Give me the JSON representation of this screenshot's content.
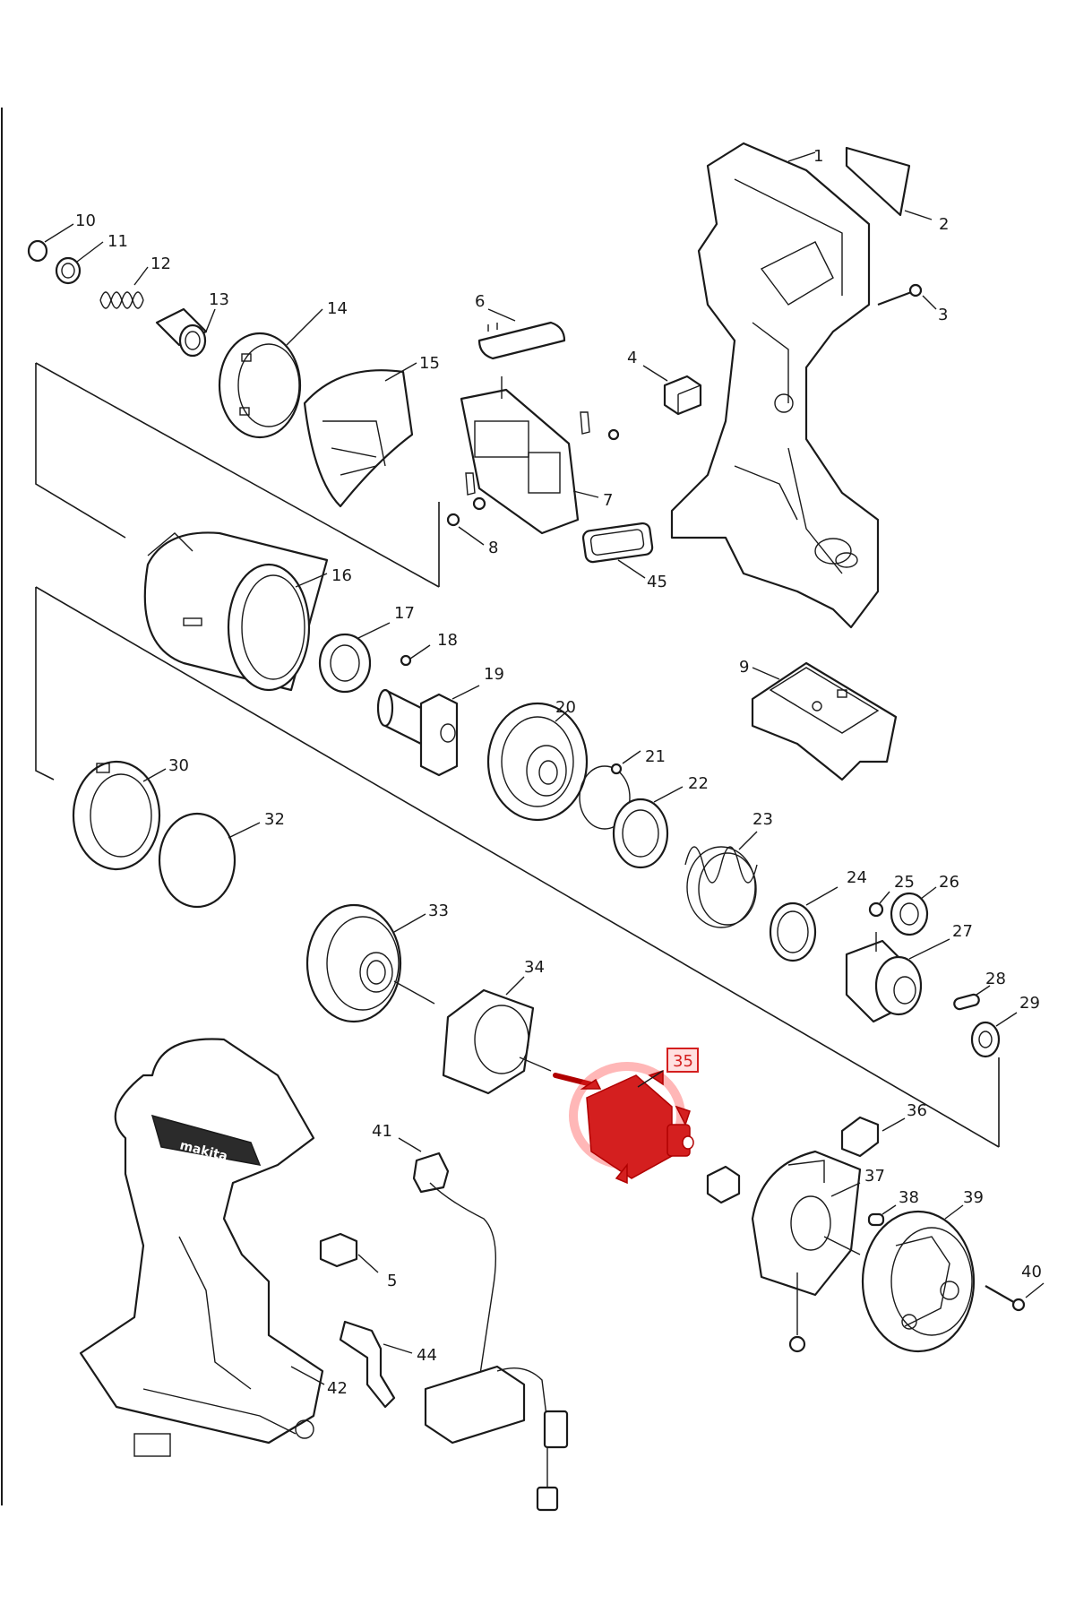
{
  "diagram": {
    "highlight_color": "#d41f1f",
    "highlighted_part": "35",
    "brand_mark": "makita",
    "labels": {
      "p1": "1",
      "p2": "2",
      "p3": "3",
      "p4": "4",
      "p5": "5",
      "p6": "6",
      "p7": "7",
      "p8": "8",
      "p9": "9",
      "p10": "10",
      "p11": "11",
      "p12": "12",
      "p13": "13",
      "p14": "14",
      "p15": "15",
      "p16": "16",
      "p17": "17",
      "p18": "18",
      "p19": "19",
      "p20": "20",
      "p21": "21",
      "p22": "22",
      "p23": "23",
      "p24": "24",
      "p25": "25",
      "p26": "26",
      "p27": "27",
      "p28": "28",
      "p29": "29",
      "p30": "30",
      "p32": "32",
      "p33": "33",
      "p34": "34",
      "p35": "35",
      "p36": "36",
      "p37": "37",
      "p38": "38",
      "p39": "39",
      "p40": "40",
      "p41": "41",
      "p42": "42",
      "p44": "44",
      "p45": "45"
    }
  }
}
